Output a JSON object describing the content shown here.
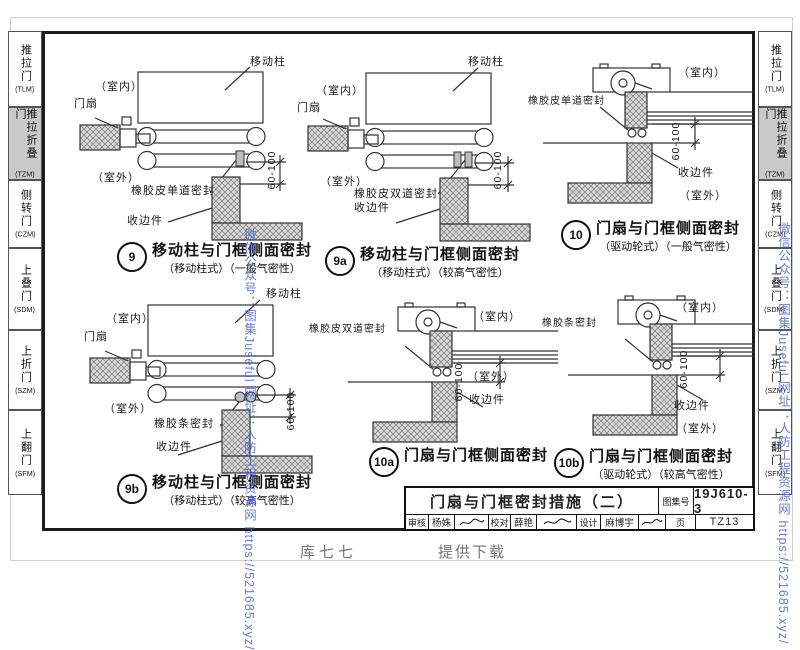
{
  "page": {
    "watermark": "微信公众号：图集Juseful 网址：人防工程资源网 https://521685.xyz/",
    "footer_left": "库七七",
    "footer_right": "提供下载",
    "colors": {
      "watermark_blue": "#4a66cc",
      "tab_active_bg": "#c9c9c9",
      "hatch_gray": "#d8d8d8"
    }
  },
  "sidebar": {
    "tabs": [
      {
        "label": "推拉门",
        "code": "(TLM)"
      },
      {
        "label": "推拉折叠门",
        "code": "(TZM)"
      },
      {
        "label": "侧转门",
        "code": "(CZM)"
      },
      {
        "label": "上叠门",
        "code": "(SDM)"
      },
      {
        "label": "上折门",
        "code": "(SZM)"
      },
      {
        "label": "上翻门",
        "code": "(SFM)"
      }
    ]
  },
  "details": {
    "d9": {
      "num": "9",
      "title": "移动柱与门框侧面密封",
      "subtitle": "（移动柱式）（一般气密性）",
      "indoor": "（室内）",
      "outdoor": "（室外）",
      "door": "门扇",
      "post": "移动柱",
      "seal": "橡胶皮单道密封",
      "trim": "收边件",
      "dim": "60-100"
    },
    "d9a": {
      "num": "9a",
      "title": "移动柱与门框侧面密封",
      "subtitle": "（移动柱式）（较高气密性）",
      "indoor": "（室内）",
      "outdoor": "（室外）",
      "door": "门扇",
      "post": "移动柱",
      "seal": "橡胶皮双道密封",
      "trim": "收边件",
      "dim": "60-100"
    },
    "d9b": {
      "num": "9b",
      "title": "移动柱与门框侧面密封",
      "subtitle": "（移动柱式）（较高气密性）",
      "indoor": "（室内）",
      "outdoor": "（室外）",
      "door": "门扇",
      "post": "移动柱",
      "seal": "橡胶条密封",
      "trim": "收边件",
      "dim": "60-100"
    },
    "d10": {
      "num": "10",
      "title": "门扇与门框侧面密封",
      "subtitle": "（驱动轮式）（一般气密性）",
      "indoor": "（室内）",
      "outdoor": "（室外）",
      "seal": "橡胶皮单道密封",
      "trim": "收边件",
      "dim": "60-100"
    },
    "d10a": {
      "num": "10a",
      "title": "门扇与门框侧面密封",
      "subtitle": "",
      "indoor": "（室内）",
      "outdoor": "（室外）",
      "seal": "橡胶皮双道密封",
      "trim": "收边件",
      "dim": "60-100"
    },
    "d10b": {
      "num": "10b",
      "title": "门扇与门框侧面密封",
      "subtitle": "（驱动轮式）（较高气密性）",
      "indoor": "（室内）",
      "outdoor": "（室外）",
      "seal": "橡胶条密封",
      "trim": "收边件",
      "dim": "60-100"
    }
  },
  "title_block": {
    "title": "门扇与门框密封措施（二）",
    "atlas_label": "图集号",
    "atlas_no": "19J610-3",
    "review_label": "审核",
    "review_name": "杨姝",
    "check_label": "校对",
    "check_name": "薛艳",
    "design_label": "设计",
    "design_name": "麻博宇",
    "page_label": "页",
    "page_no": "TZ13"
  }
}
